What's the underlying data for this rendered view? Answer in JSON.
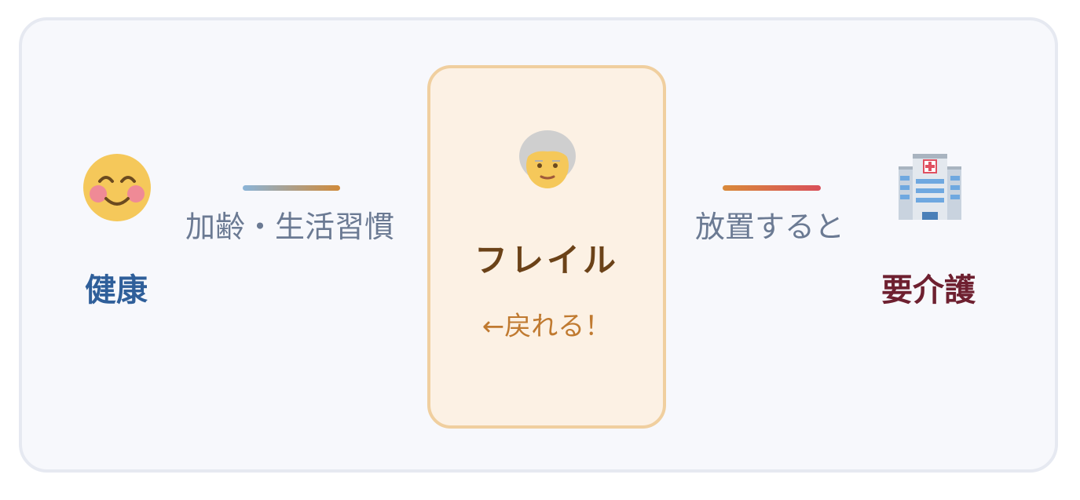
{
  "stages": {
    "healthy": {
      "label": "健康",
      "icon": "smiling-face-icon"
    },
    "frailty": {
      "label": "フレイル",
      "note": "←戻れる！",
      "icon": "elderly-person-icon"
    },
    "care": {
      "label": "要介護",
      "icon": "hospital-icon"
    }
  },
  "transitions": {
    "to_frailty": "加齢・生活習慣",
    "to_care": "放置すると"
  },
  "colors": {
    "healthy": "#2f5f9a",
    "frailty": "#6b4218",
    "frailty_note": "#c07a30",
    "care": "#6e2030",
    "transition_text": "#6b7a93"
  }
}
